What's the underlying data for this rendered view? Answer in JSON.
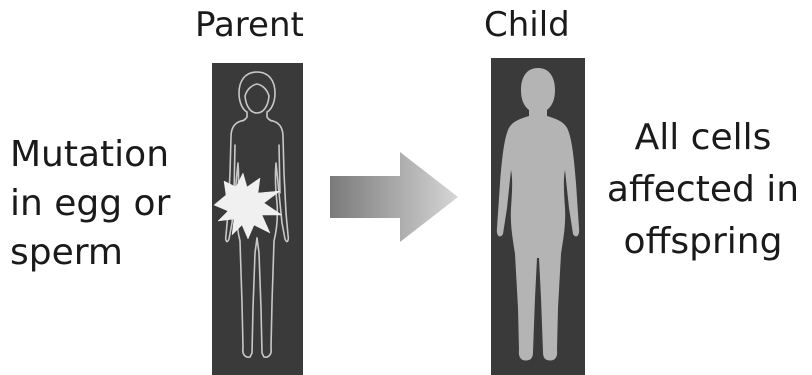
{
  "titles": {
    "parent": "Parent",
    "child": "Child"
  },
  "left_caption": {
    "line1": "Mutation",
    "line2": "in egg or",
    "line3": "sperm"
  },
  "right_caption": {
    "line1": "All cells",
    "line2": "affected in",
    "line3": "offspring"
  },
  "colors": {
    "panel": "#3a3a3a",
    "parent_outline": "#c8c8c8",
    "child_fill": "#b4b4b4",
    "burst": "#f0f0f0",
    "arrow_dark": "#7a7a7a",
    "arrow_light": "#d6d6d6"
  }
}
